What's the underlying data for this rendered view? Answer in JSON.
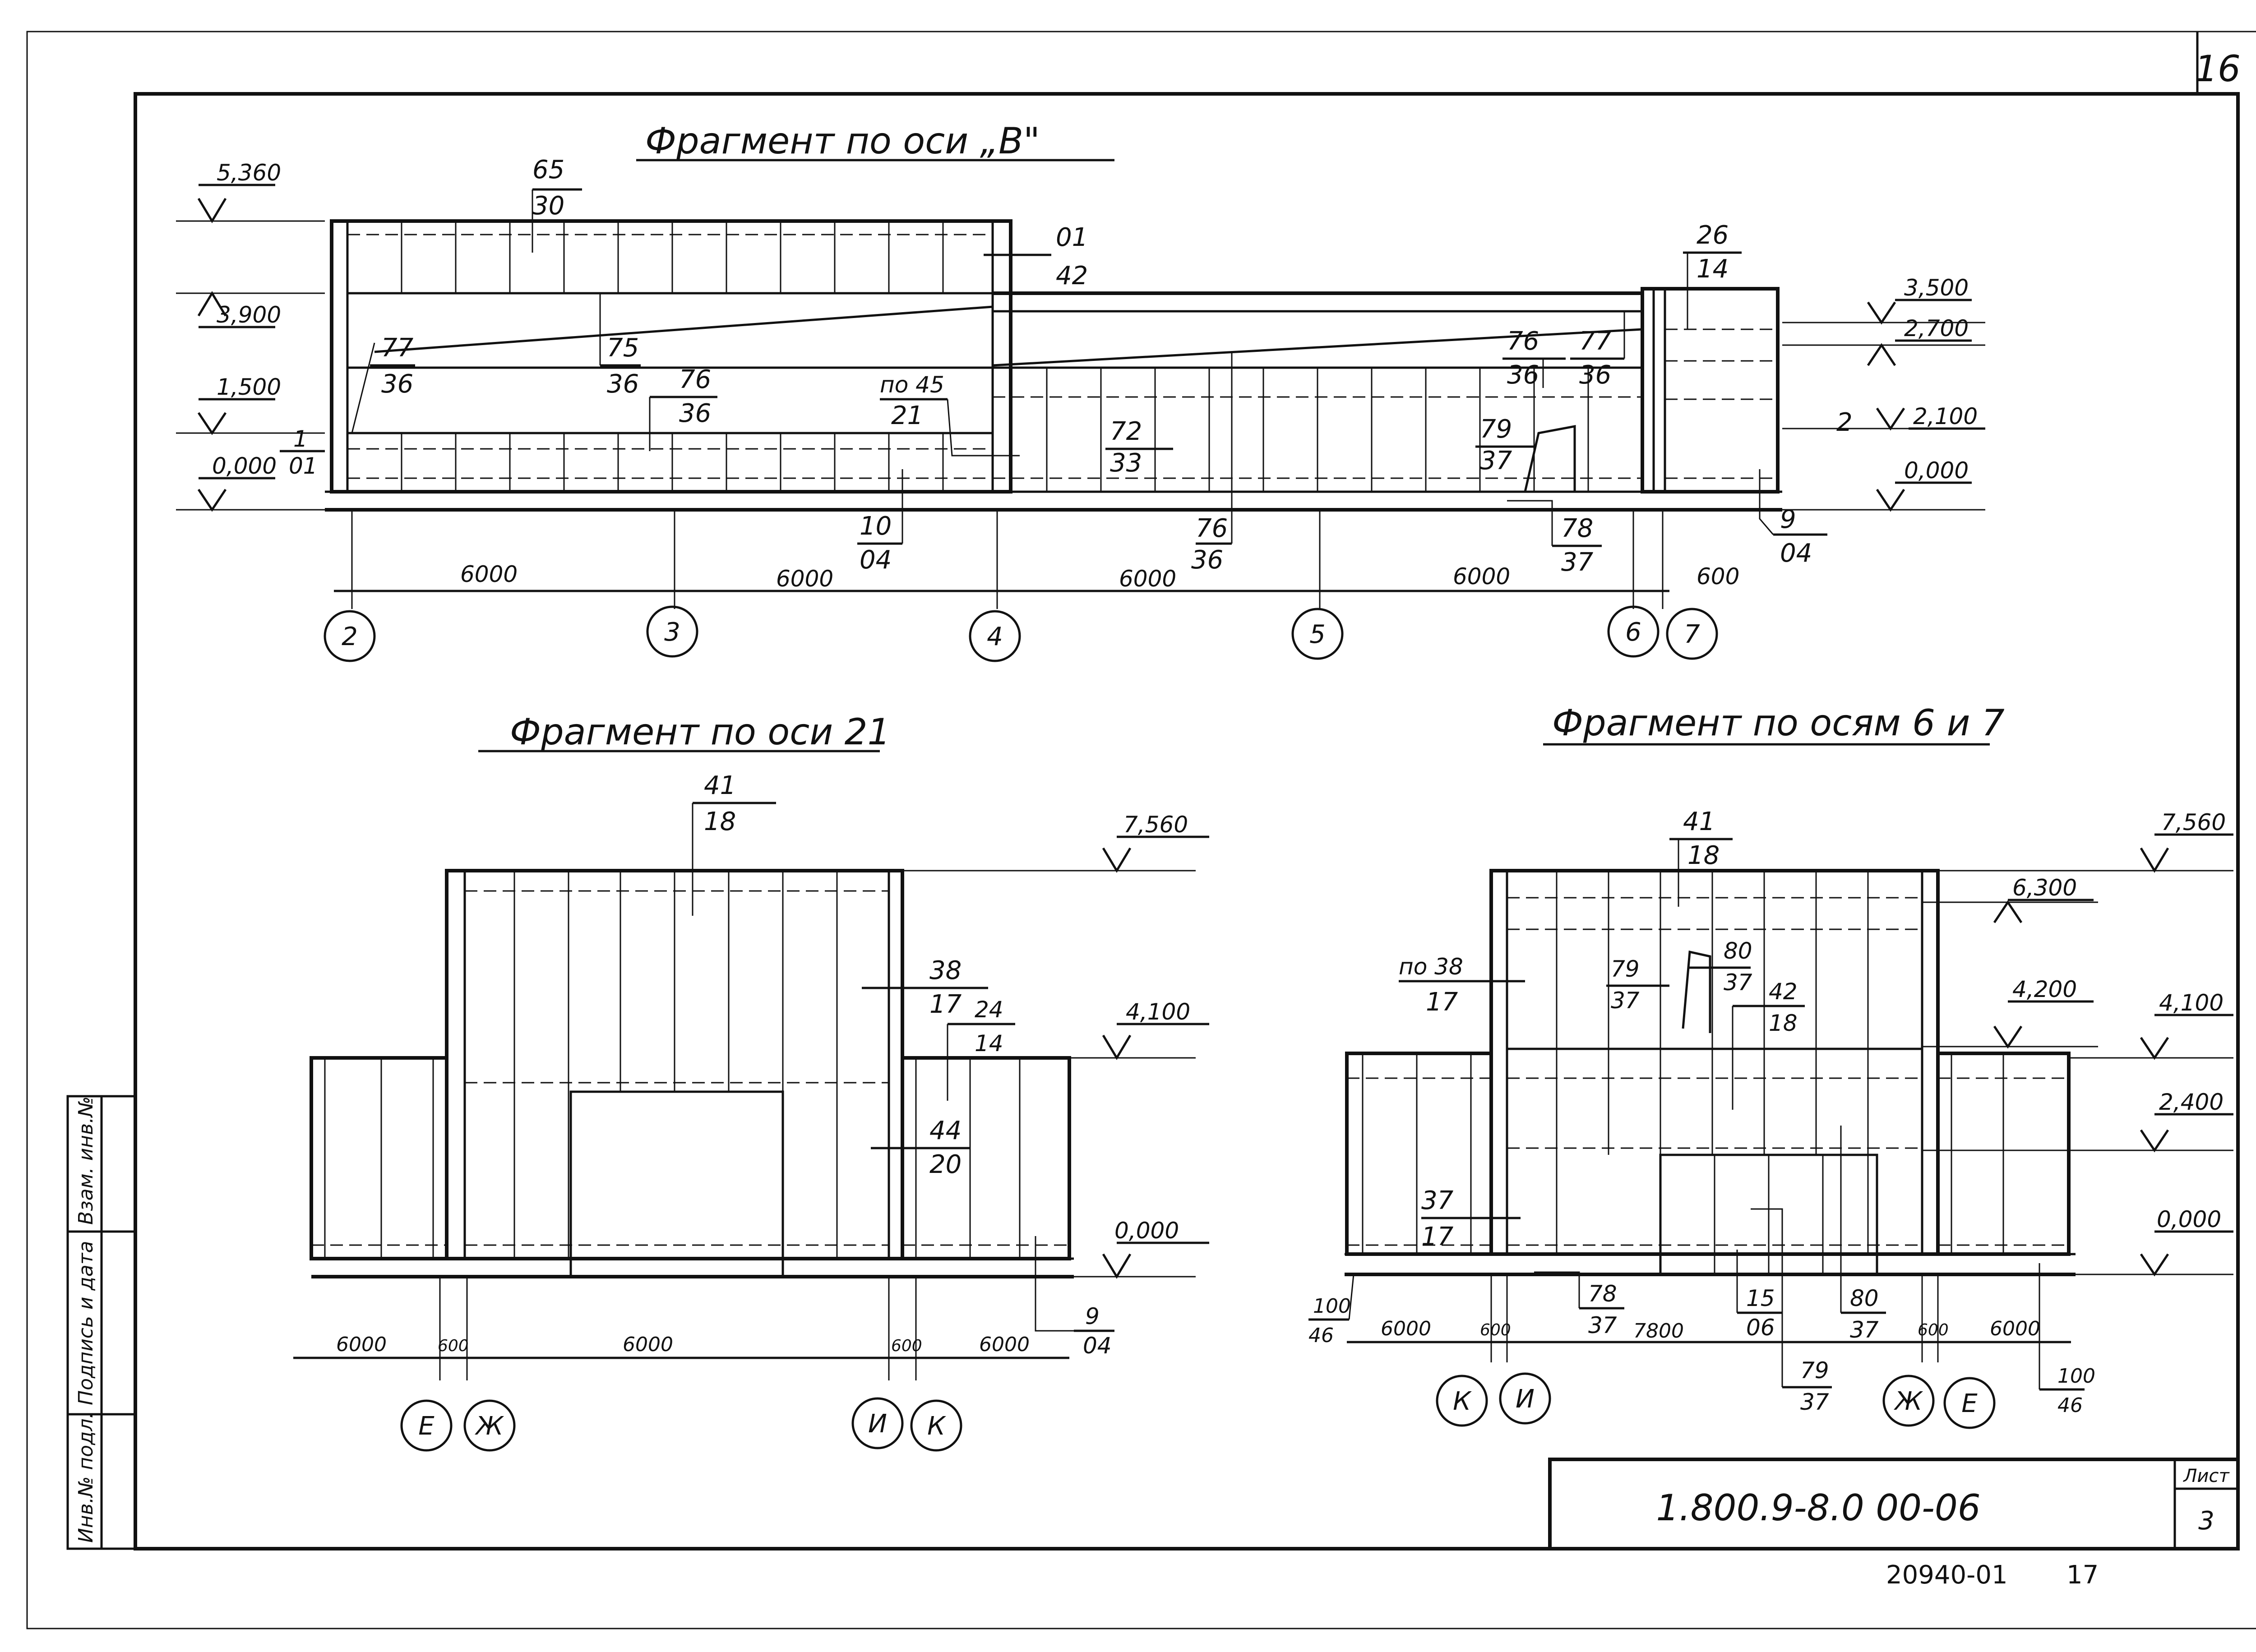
{
  "sheet": {
    "page_number": "16",
    "list_label": "Лист",
    "list_number": "3",
    "code": "1.800.9-8.0 00-06",
    "archive_number": "20940-01",
    "archive_page": "17",
    "side_stamp": [
      "Инв.№ подл.",
      "Подпись и дата",
      "Взам. инв.№"
    ]
  },
  "fragment_b": {
    "title": "Фрагмент по оси „В\"",
    "levels_left": [
      "5,360",
      "3,900",
      "1,500",
      "0,000"
    ],
    "levels_right": [
      "3,500",
      "2,700",
      "2,100",
      "0,000"
    ],
    "spans": [
      "6000",
      "6000",
      "6000",
      "6000",
      "600"
    ],
    "axes": [
      "2",
      "3",
      "4",
      "5",
      "6",
      "7"
    ],
    "marks": [
      {
        "top": "65",
        "bottom": "30"
      },
      {
        "top": "01",
        "bottom": "42"
      },
      {
        "top": "26",
        "bottom": "14"
      },
      {
        "top": "77",
        "bottom": "36"
      },
      {
        "top": "75",
        "bottom": "36"
      },
      {
        "top": "76",
        "bottom": "36"
      },
      {
        "top": "по 45",
        "bottom": "21"
      },
      {
        "top": "1",
        "bottom": "01"
      },
      {
        "top": "72",
        "bottom": "33"
      },
      {
        "top": "10",
        "bottom": "04"
      },
      {
        "top": "76",
        "bottom": "36"
      },
      {
        "top": "76",
        "bottom": "36"
      },
      {
        "top": "77",
        "bottom": "36"
      },
      {
        "top": "79",
        "bottom": "37"
      },
      {
        "top": "78",
        "bottom": "37"
      },
      {
        "top": "9",
        "bottom": "04"
      }
    ],
    "side_note": "2"
  },
  "fragment_21": {
    "title": "Фрагмент по оси 21",
    "levels": [
      "7,560",
      "4,100",
      "0,000"
    ],
    "spans": [
      "6000",
      "600",
      "6000",
      "600",
      "6000"
    ],
    "axes": [
      "Е",
      "Ж",
      "И",
      "К"
    ],
    "marks": [
      {
        "top": "41",
        "bottom": "18"
      },
      {
        "top": "38",
        "bottom": "17"
      },
      {
        "top": "24",
        "bottom": "14"
      },
      {
        "top": "44",
        "bottom": "20"
      },
      {
        "top": "9",
        "bottom": "04"
      }
    ]
  },
  "fragment_67": {
    "title": "Фрагмент по осям 6 и 7",
    "levels": [
      "7,560",
      "6,300",
      "4,200",
      "4,100",
      "2,400",
      "0,000"
    ],
    "spans": [
      "6000",
      "600",
      "7800",
      "600",
      "6000"
    ],
    "axes": [
      "К",
      "И",
      "Ж",
      "Е"
    ],
    "marks": [
      {
        "top": "41",
        "bottom": "18"
      },
      {
        "top": "по 38",
        "bottom": "17"
      },
      {
        "top": "79",
        "bottom": "37"
      },
      {
        "top": "80",
        "bottom": "37"
      },
      {
        "top": "42",
        "bottom": "18"
      },
      {
        "top": "37",
        "bottom": "17"
      },
      {
        "top": "100",
        "bottom": "46"
      },
      {
        "top": "78",
        "bottom": "37"
      },
      {
        "top": "15",
        "bottom": "06"
      },
      {
        "top": "80",
        "bottom": "37"
      },
      {
        "top": "79",
        "bottom": "37"
      },
      {
        "top": "100",
        "bottom": "46"
      }
    ]
  }
}
